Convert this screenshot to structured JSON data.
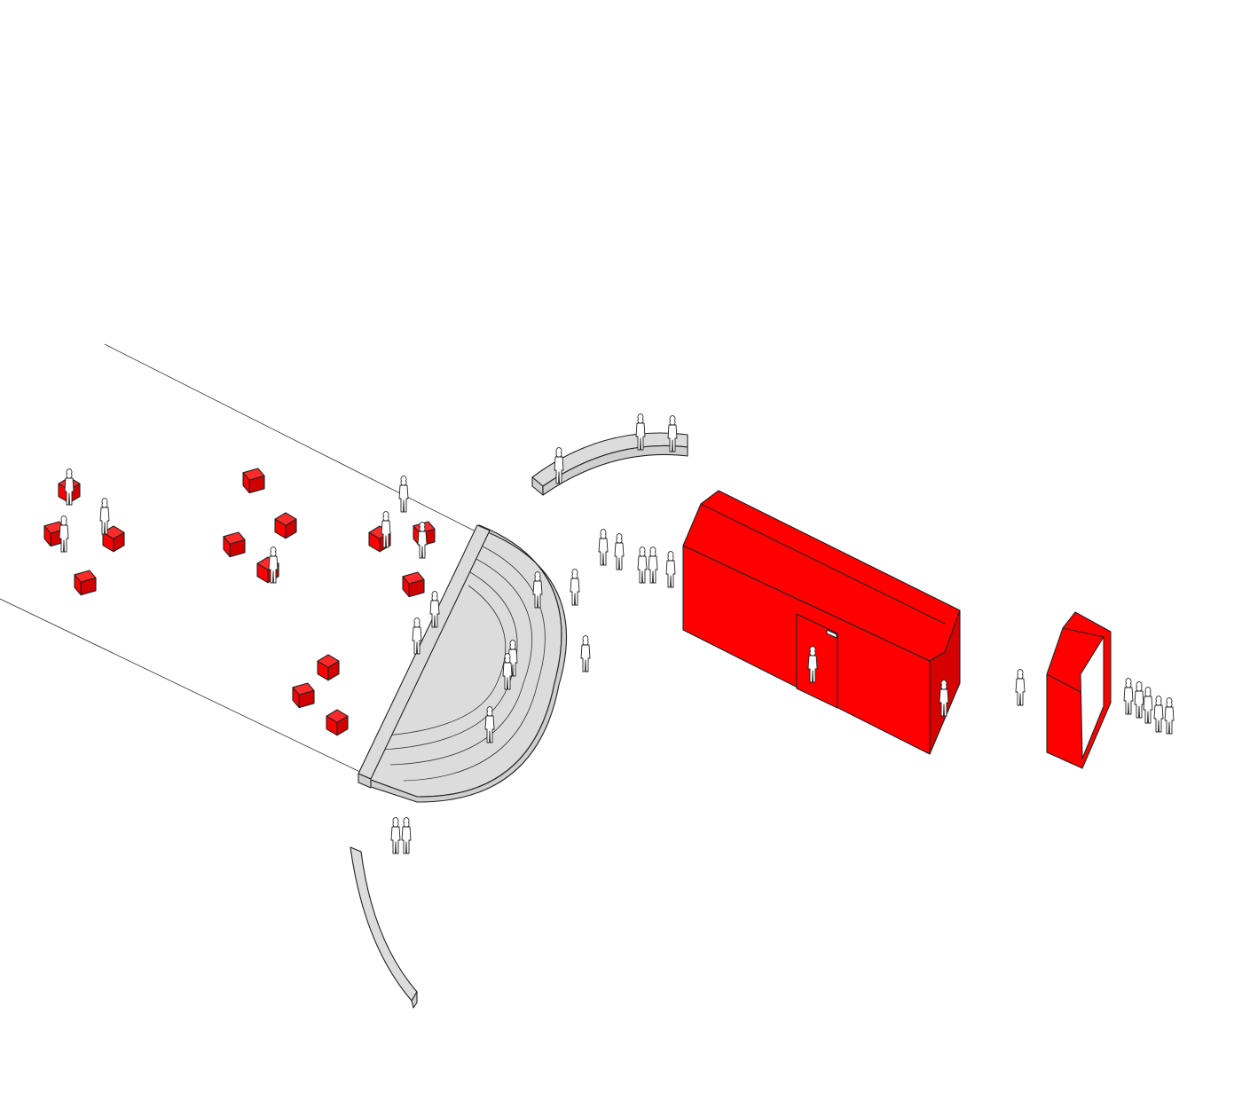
{
  "diagram": {
    "style": "axonometric line drawing",
    "colors": {
      "background": "#ffffff",
      "accent": "#ff0000",
      "surface": "#dcdcdc",
      "outline": "#222222"
    },
    "elements": [
      {
        "name": "corridor-floor",
        "color": "transparent"
      },
      {
        "name": "semicircular-amphitheatre",
        "color": "#dcdcdc"
      },
      {
        "name": "curved-bench-top",
        "color": "#dcdcdc"
      },
      {
        "name": "curved-bench-bottom",
        "color": "#dcdcdc"
      },
      {
        "name": "red-pavilion-with-door",
        "color": "#ff0000"
      },
      {
        "name": "red-portal-frame",
        "color": "#ff0000"
      },
      {
        "name": "red-seating-cubes",
        "color": "#ff0000"
      },
      {
        "name": "people-figures",
        "color": "#ffffff"
      }
    ]
  }
}
